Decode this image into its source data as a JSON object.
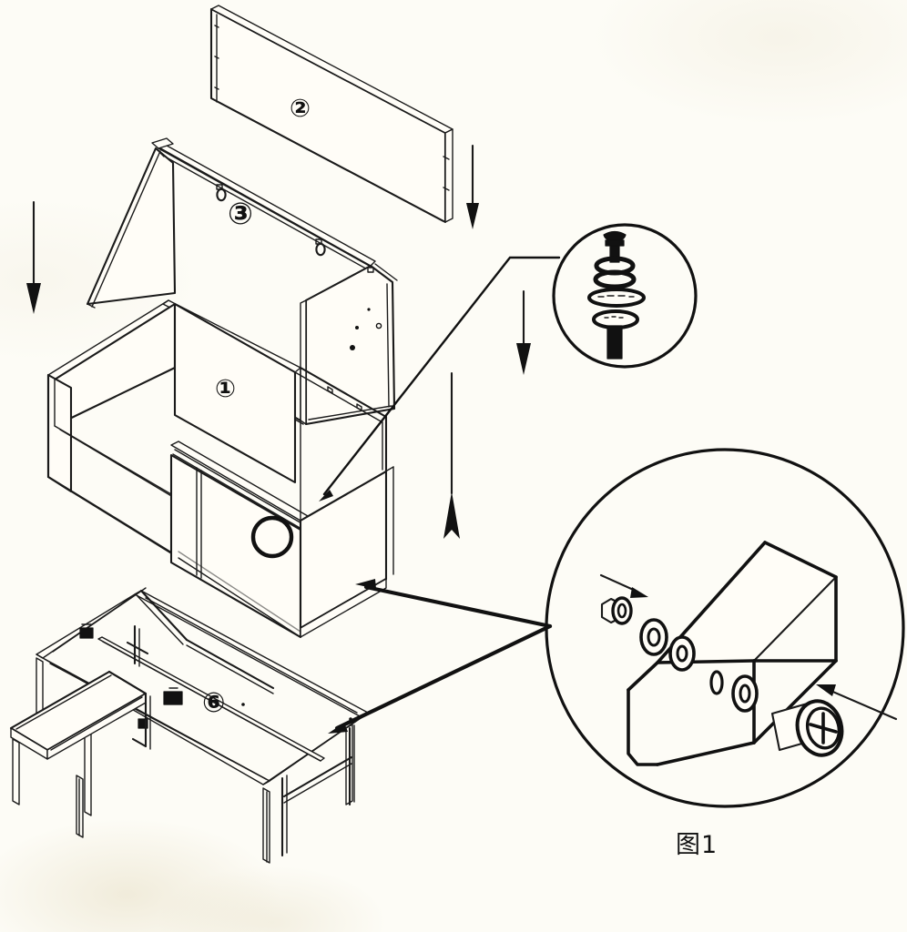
{
  "document": {
    "type": "exploded assembly diagram",
    "caption": "图1",
    "background_color": "#fdfcf6",
    "ink_color": "#111111"
  },
  "part_labels": [
    {
      "id": "part-2",
      "number": "②",
      "plain": "2",
      "refers_to": "rear-panel"
    },
    {
      "id": "part-3",
      "number": "③",
      "plain": "3",
      "refers_to": "hinged-lid-gable-cover"
    },
    {
      "id": "part-1",
      "number": "①",
      "plain": "1",
      "refers_to": "main-box-body"
    },
    {
      "id": "part-6",
      "number": "⑥",
      "plain": "6",
      "refers_to": "base-stand-frame"
    }
  ],
  "assembly_arrows": [
    {
      "name": "arrow-left-down",
      "direction": "down"
    },
    {
      "name": "arrow-right-down",
      "direction": "down"
    },
    {
      "name": "arrow-center-long",
      "direction": "down"
    },
    {
      "name": "arrow-center-short",
      "direction": "down"
    }
  ],
  "detail_callouts": [
    {
      "id": "detail-hardware-stack",
      "position": "upper-right",
      "shape": "circle",
      "contents": [
        "cap-nut",
        "spacer-ring",
        "spacer-ring",
        "flange-washer",
        "bolt-head",
        "bolt-shank"
      ],
      "points_to": "lid-hinge-joint"
    },
    {
      "id": "detail-bracket-bolting",
      "position": "lower-right",
      "shape": "circle",
      "contents": [
        "angle-channel-bracket",
        "hex-nut",
        "washer",
        "washer",
        "washer",
        "through-hole",
        "flange-head-bolt"
      ],
      "points_to": [
        "box-bottom-rail",
        "base-stand-frame-rail"
      ],
      "caption": "图1"
    }
  ],
  "components": {
    "rear_panel": {
      "name": "rear-panel",
      "label": "②"
    },
    "hinged_lid": {
      "name": "hinged-lid",
      "label": "③",
      "features": [
        "hinge-loop",
        "hinge-loop",
        "gable-end-plate",
        "bolt-holes"
      ]
    },
    "main_box": {
      "name": "main-box-body",
      "label": "①",
      "features": [
        "round-port-hole",
        "front-panel",
        "side-panel",
        "inner-floor"
      ]
    },
    "base_stand": {
      "name": "base-stand-frame",
      "label": "⑥",
      "features": [
        "step-platform",
        "cross-rail",
        "legs",
        "clamp-block"
      ]
    }
  }
}
